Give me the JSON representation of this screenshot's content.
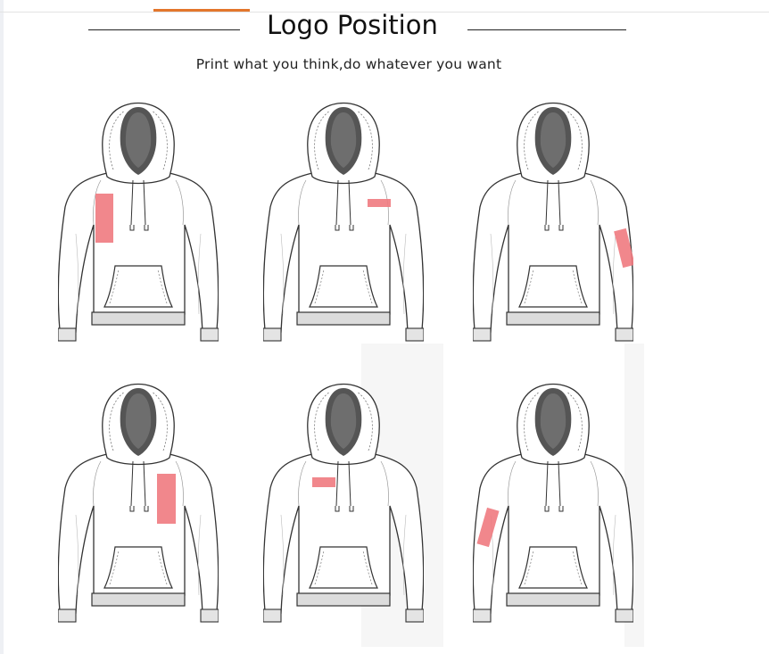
{
  "header": {
    "title": "Logo Position",
    "subtitle": "Print what you think,do whatever you want",
    "accent_color": "#e3762c"
  },
  "mark_color": "#f07a80",
  "hoodies": [
    {
      "name": "hoodie-1",
      "placement": "right-chest-large"
    },
    {
      "name": "hoodie-2",
      "placement": "left-chest-small"
    },
    {
      "name": "hoodie-3",
      "placement": "left-sleeve"
    },
    {
      "name": "hoodie-4",
      "placement": "left-chest-large"
    },
    {
      "name": "hoodie-5",
      "placement": "right-chest-small"
    },
    {
      "name": "hoodie-6",
      "placement": "right-sleeve"
    }
  ]
}
